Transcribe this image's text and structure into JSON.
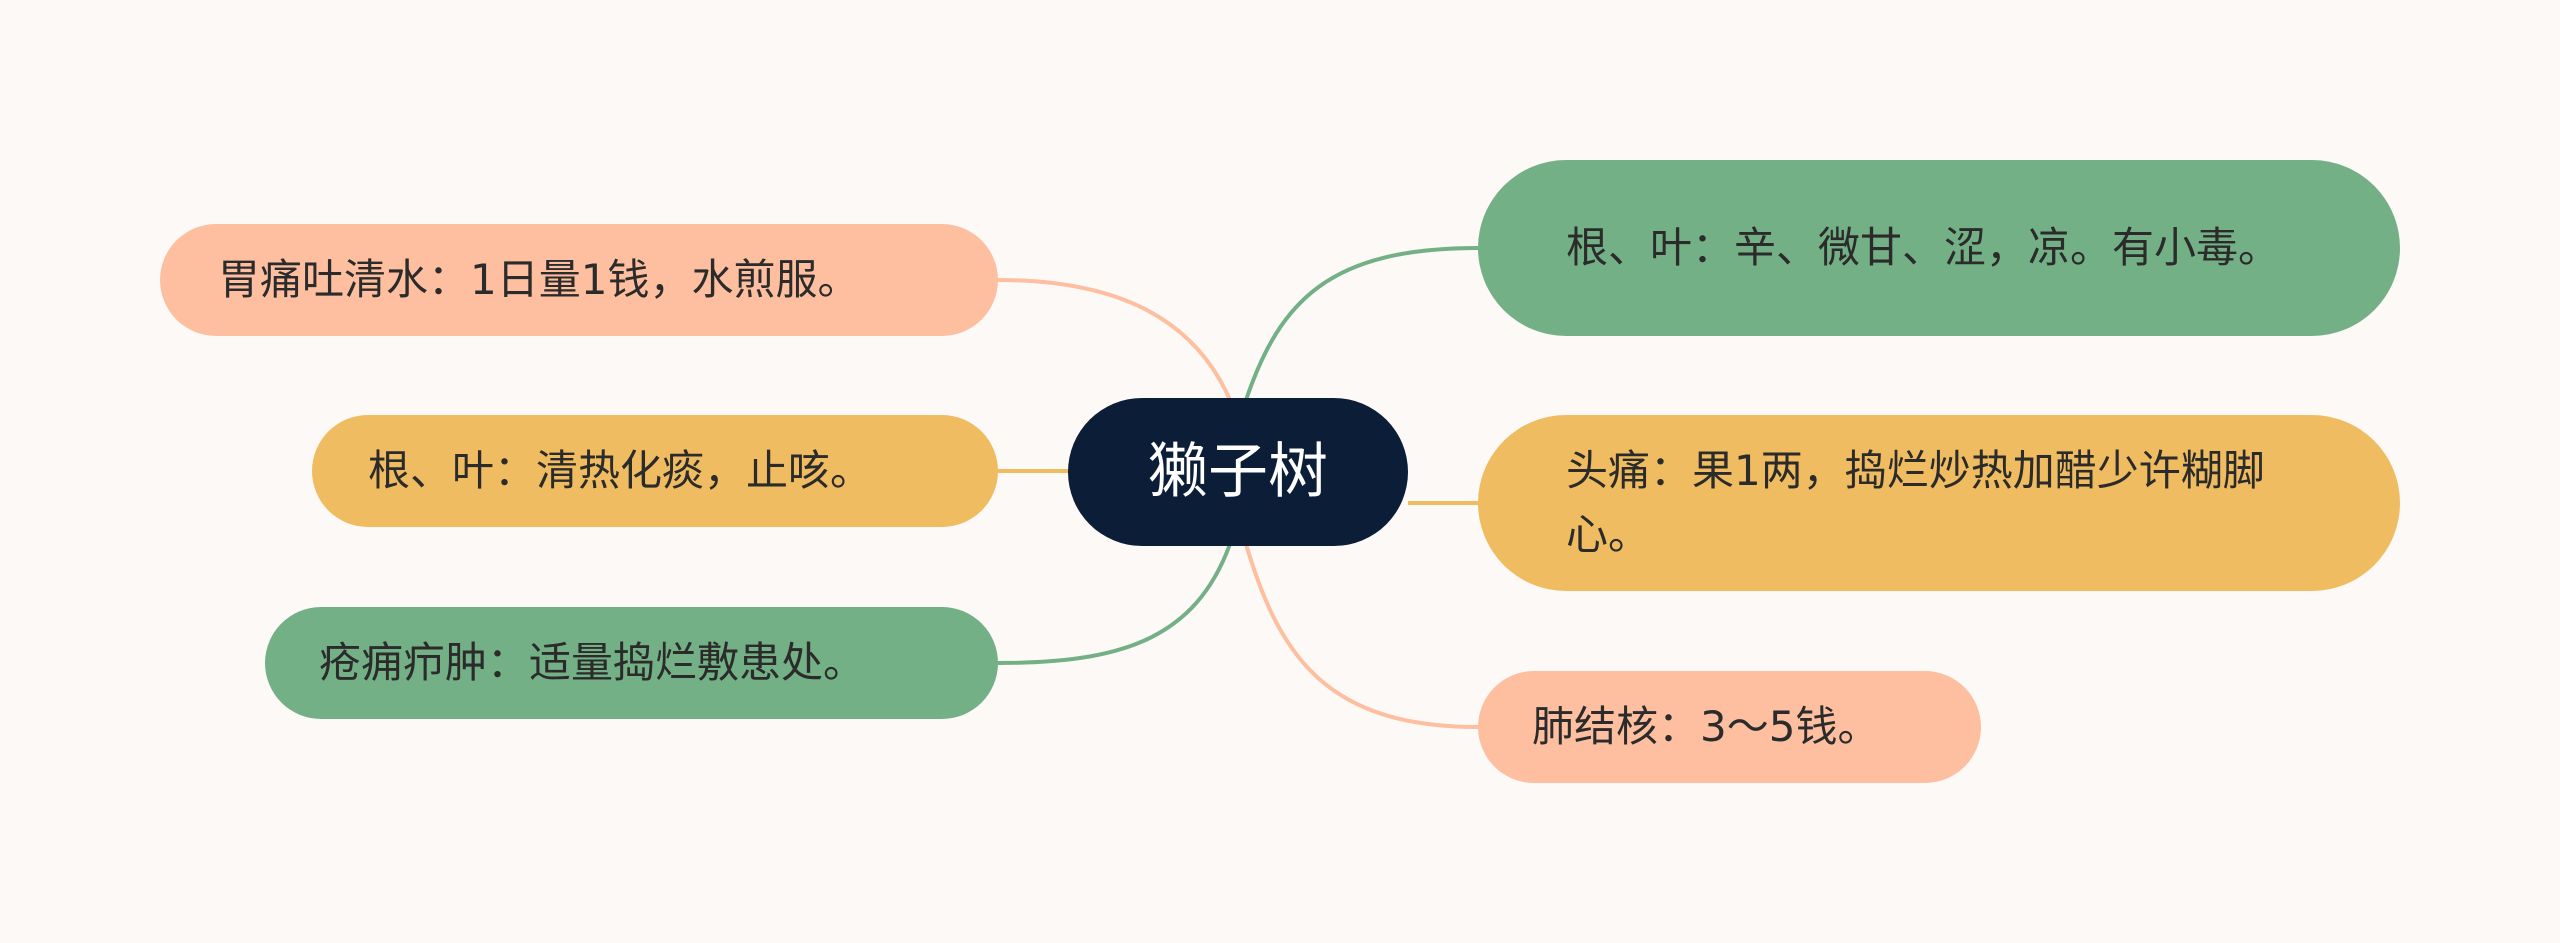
{
  "mindmap": {
    "center": {
      "label": "獭子树",
      "color": "#0b1d37"
    },
    "left_topics": [
      {
        "label": "胃痛吐清水：1日量1钱，水煎服。",
        "color": "#fdbf9f"
      },
      {
        "label": "根、叶：清热化痰，止咳。",
        "color": "#f0bc61"
      },
      {
        "label": "疮痈疖肿：适量捣烂敷患处。",
        "color": "#74b086"
      }
    ],
    "right_topics": [
      {
        "label": "根、叶：辛、微甘、涩，凉。有小毒。",
        "color": "#74b086"
      },
      {
        "label": "头痛：果1两，捣烂炒热加醋少许糊脚心。",
        "color": "#f0bc61"
      },
      {
        "label": "肺结核：3～5钱。",
        "color": "#fdbf9f"
      }
    ]
  }
}
